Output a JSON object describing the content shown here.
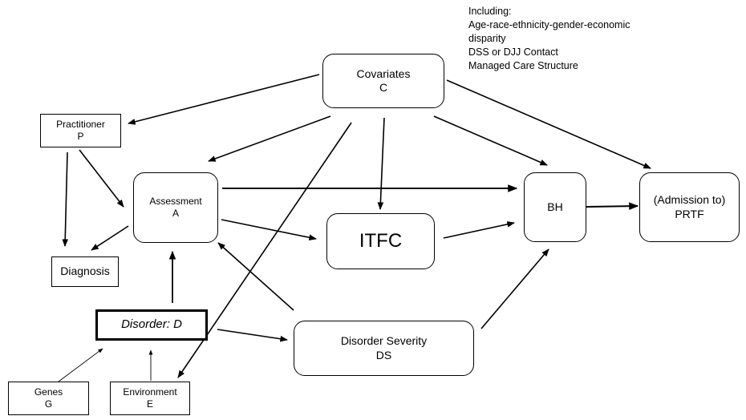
{
  "diagram": {
    "note": {
      "lines": [
        "Including:",
        "Age-race-ethnicity-gender-economic",
        "disparity",
        "DSS or DJJ Contact",
        "Managed Care Structure"
      ]
    },
    "nodes": {
      "covariates": {
        "title": "Covariates",
        "symbol": "C"
      },
      "practitioner": {
        "title": "Practitioner",
        "symbol": "P"
      },
      "assessment": {
        "title": "Assessment",
        "symbol": "A"
      },
      "diagnosis": {
        "title": "Diagnosis",
        "symbol": ""
      },
      "itfc": {
        "title": "ITFC",
        "symbol": ""
      },
      "bh": {
        "title": "BH",
        "symbol": ""
      },
      "prtf": {
        "title": "(Admission to)",
        "symbol": "PRTF"
      },
      "disorder": {
        "title": "Disorder: D",
        "symbol": ""
      },
      "severity": {
        "title": "Disorder Severity",
        "symbol": "DS"
      },
      "genes": {
        "title": "Genes",
        "symbol": "G"
      },
      "environment": {
        "title": "Environment",
        "symbol": "E"
      }
    },
    "edges": [
      {
        "from": "covariates",
        "to": "practitioner"
      },
      {
        "from": "covariates",
        "to": "assessment"
      },
      {
        "from": "covariates",
        "to": "environment"
      },
      {
        "from": "covariates",
        "to": "itfc"
      },
      {
        "from": "covariates",
        "to": "bh"
      },
      {
        "from": "covariates",
        "to": "prtf"
      },
      {
        "from": "practitioner",
        "to": "diagnosis"
      },
      {
        "from": "practitioner",
        "to": "assessment"
      },
      {
        "from": "assessment",
        "to": "diagnosis"
      },
      {
        "from": "assessment",
        "to": "bh"
      },
      {
        "from": "assessment",
        "to": "itfc"
      },
      {
        "from": "itfc",
        "to": "bh"
      },
      {
        "from": "bh",
        "to": "prtf"
      },
      {
        "from": "disorder",
        "to": "assessment"
      },
      {
        "from": "disorder",
        "to": "severity"
      },
      {
        "from": "severity",
        "to": "assessment"
      },
      {
        "from": "severity",
        "to": "bh"
      },
      {
        "from": "genes",
        "to": "disorder"
      },
      {
        "from": "environment",
        "to": "disorder"
      }
    ]
  }
}
